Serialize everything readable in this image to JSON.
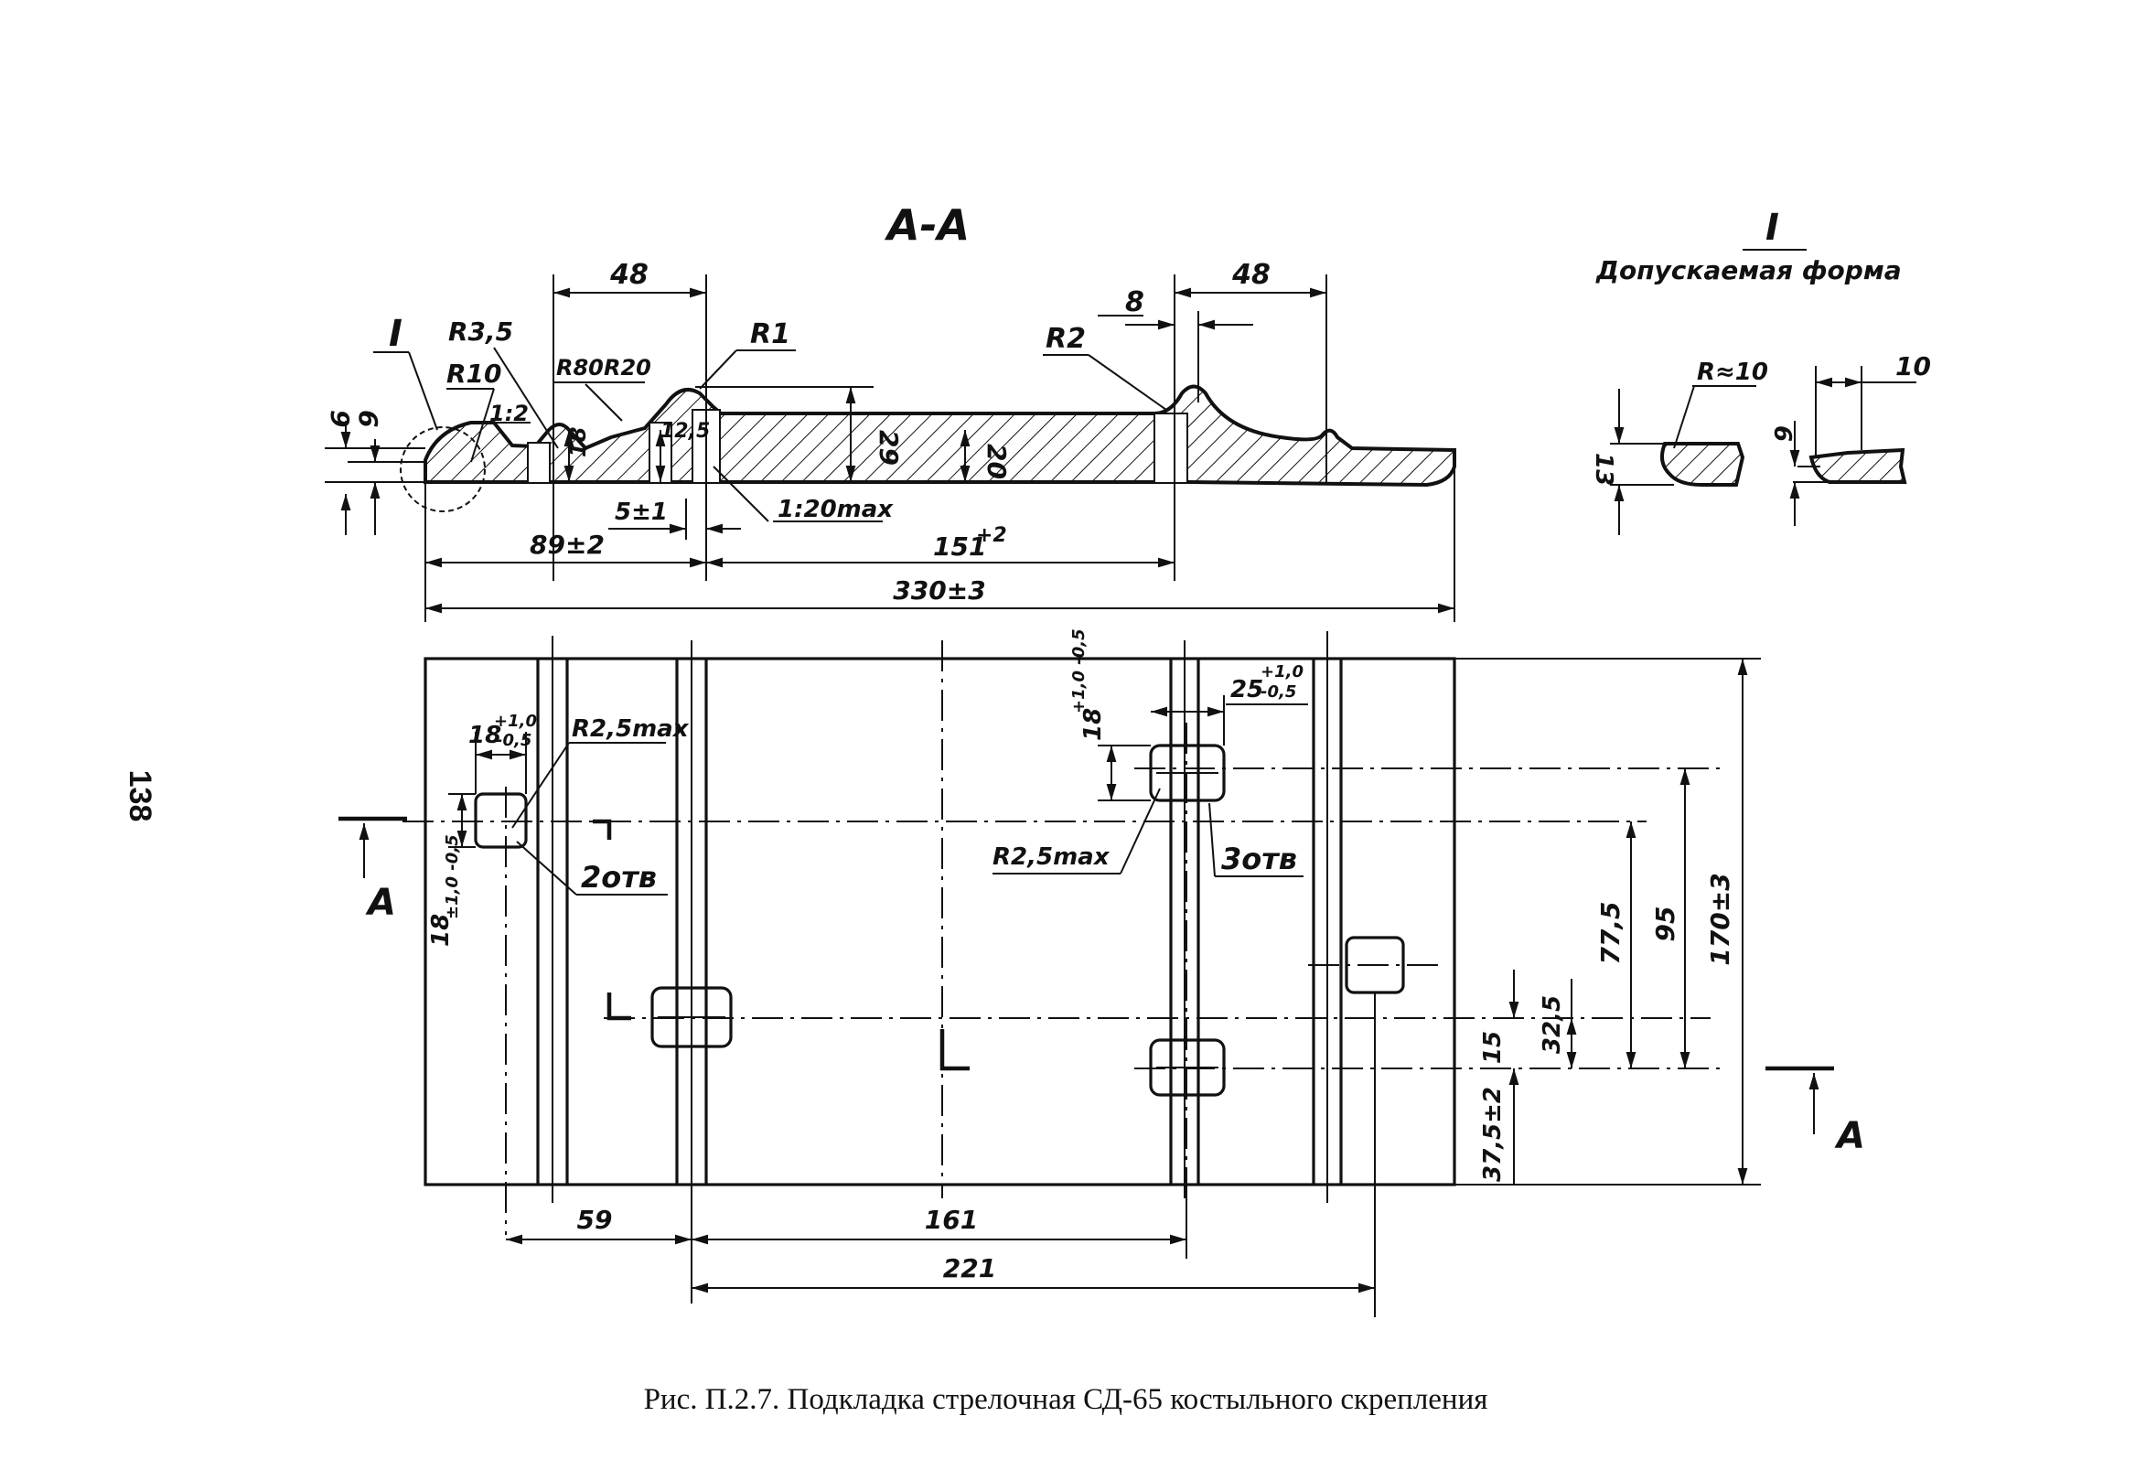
{
  "page_number": "138",
  "caption": "Рис. П.2.7. Подкладка стрелочная СД-65 костыльного скрепления",
  "section_view": {
    "title": "А-А",
    "detail_marker": "I",
    "labels": {
      "r35": "R3,5",
      "r10": "R10",
      "slope1": "1:2",
      "r80": "R80",
      "r20": "R20",
      "r1": "R1",
      "r2": "R2",
      "slope2": "1:20max"
    },
    "dims": {
      "d48_left": "48",
      "d48_right": "48",
      "d8": "8",
      "h9": "9",
      "h6": "6",
      "h18": "18",
      "h12_5": "12,5",
      "h29": "29",
      "h20": "20",
      "d5": "5±1",
      "d89": "89±2",
      "d151": "151",
      "d151_tol": "+2",
      "d330": "330±3"
    }
  },
  "detail_view": {
    "marker": "I",
    "title": "Допускаемая форма",
    "radius": "R≈10",
    "d10": "10",
    "h13": "13",
    "h6": "6"
  },
  "plan_view": {
    "section_mark": "А",
    "labels": {
      "hole_size_left": "18",
      "hole_size_left_tol_up": "+1,0",
      "hole_size_left_tol_dn": "-0,5",
      "r25max_left": "R2,5max",
      "holes_left": "2отв",
      "hole_side_left": "18",
      "hole_side_left_tol": "±1,0 -0,5",
      "hole_size_right": "18",
      "hole_size_right_tol": "+1,0 -0,5",
      "width_right": "25",
      "width_right_tol_up": "+1,0",
      "width_right_tol_dn": "-0,5",
      "r25max_right": "R2,5max",
      "holes_right": "3отв"
    },
    "dims": {
      "d77_5": "77,5",
      "d95": "95",
      "d170": "170±3",
      "d32_5": "32,5",
      "d15": "15",
      "d37_5": "37,5±2",
      "d59": "59",
      "d161": "161",
      "d221": "221"
    }
  }
}
